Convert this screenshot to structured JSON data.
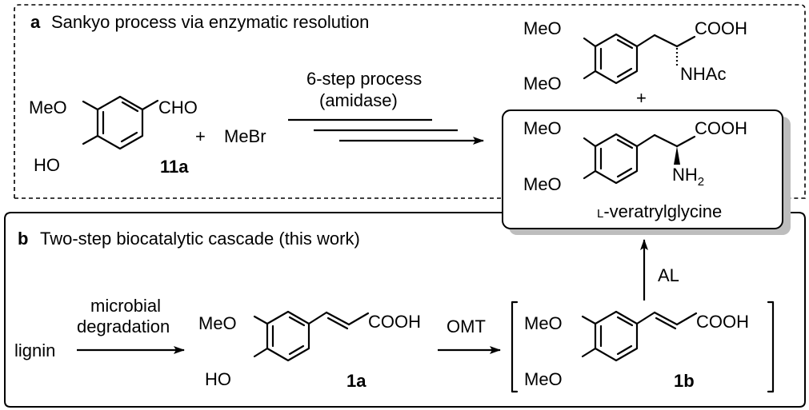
{
  "panel_a": {
    "letter": "a",
    "title": "Sankyo process via enzymatic resolution",
    "start_material": {
      "substituent_top": "MeO",
      "substituent_bottom": "HO",
      "group": "CHO",
      "label": "11a"
    },
    "plus": "+",
    "reagent": "MeBr",
    "arrow_label_1": "6-step process",
    "arrow_label_2": "(amidase)",
    "product_top": {
      "substituent_top": "MeO",
      "substituent_bottom": "MeO",
      "acid": "COOH",
      "amine": "NHAc"
    },
    "plus_between_products": "+",
    "product_bottom": {
      "substituent_top": "MeO",
      "substituent_bottom": "MeO",
      "acid": "COOH",
      "amine_main": "NH",
      "amine_sub": "2",
      "name_prefix": "L",
      "name_rest": "-veratrylglycine"
    }
  },
  "panel_b": {
    "letter": "b",
    "title": "Two-step biocatalytic cascade (this work)",
    "source": "lignin",
    "arrow1_label_1": "microbial",
    "arrow1_label_2": "degradation",
    "compound_1a": {
      "substituent_top": "MeO",
      "substituent_bottom": "HO",
      "acid": "COOH",
      "label": "1a"
    },
    "arrow2_label": "OMT",
    "compound_1b": {
      "substituent_top": "MeO",
      "substituent_bottom": "MeO",
      "acid": "COOH",
      "label": "1b"
    },
    "arrow3_label": "AL"
  }
}
